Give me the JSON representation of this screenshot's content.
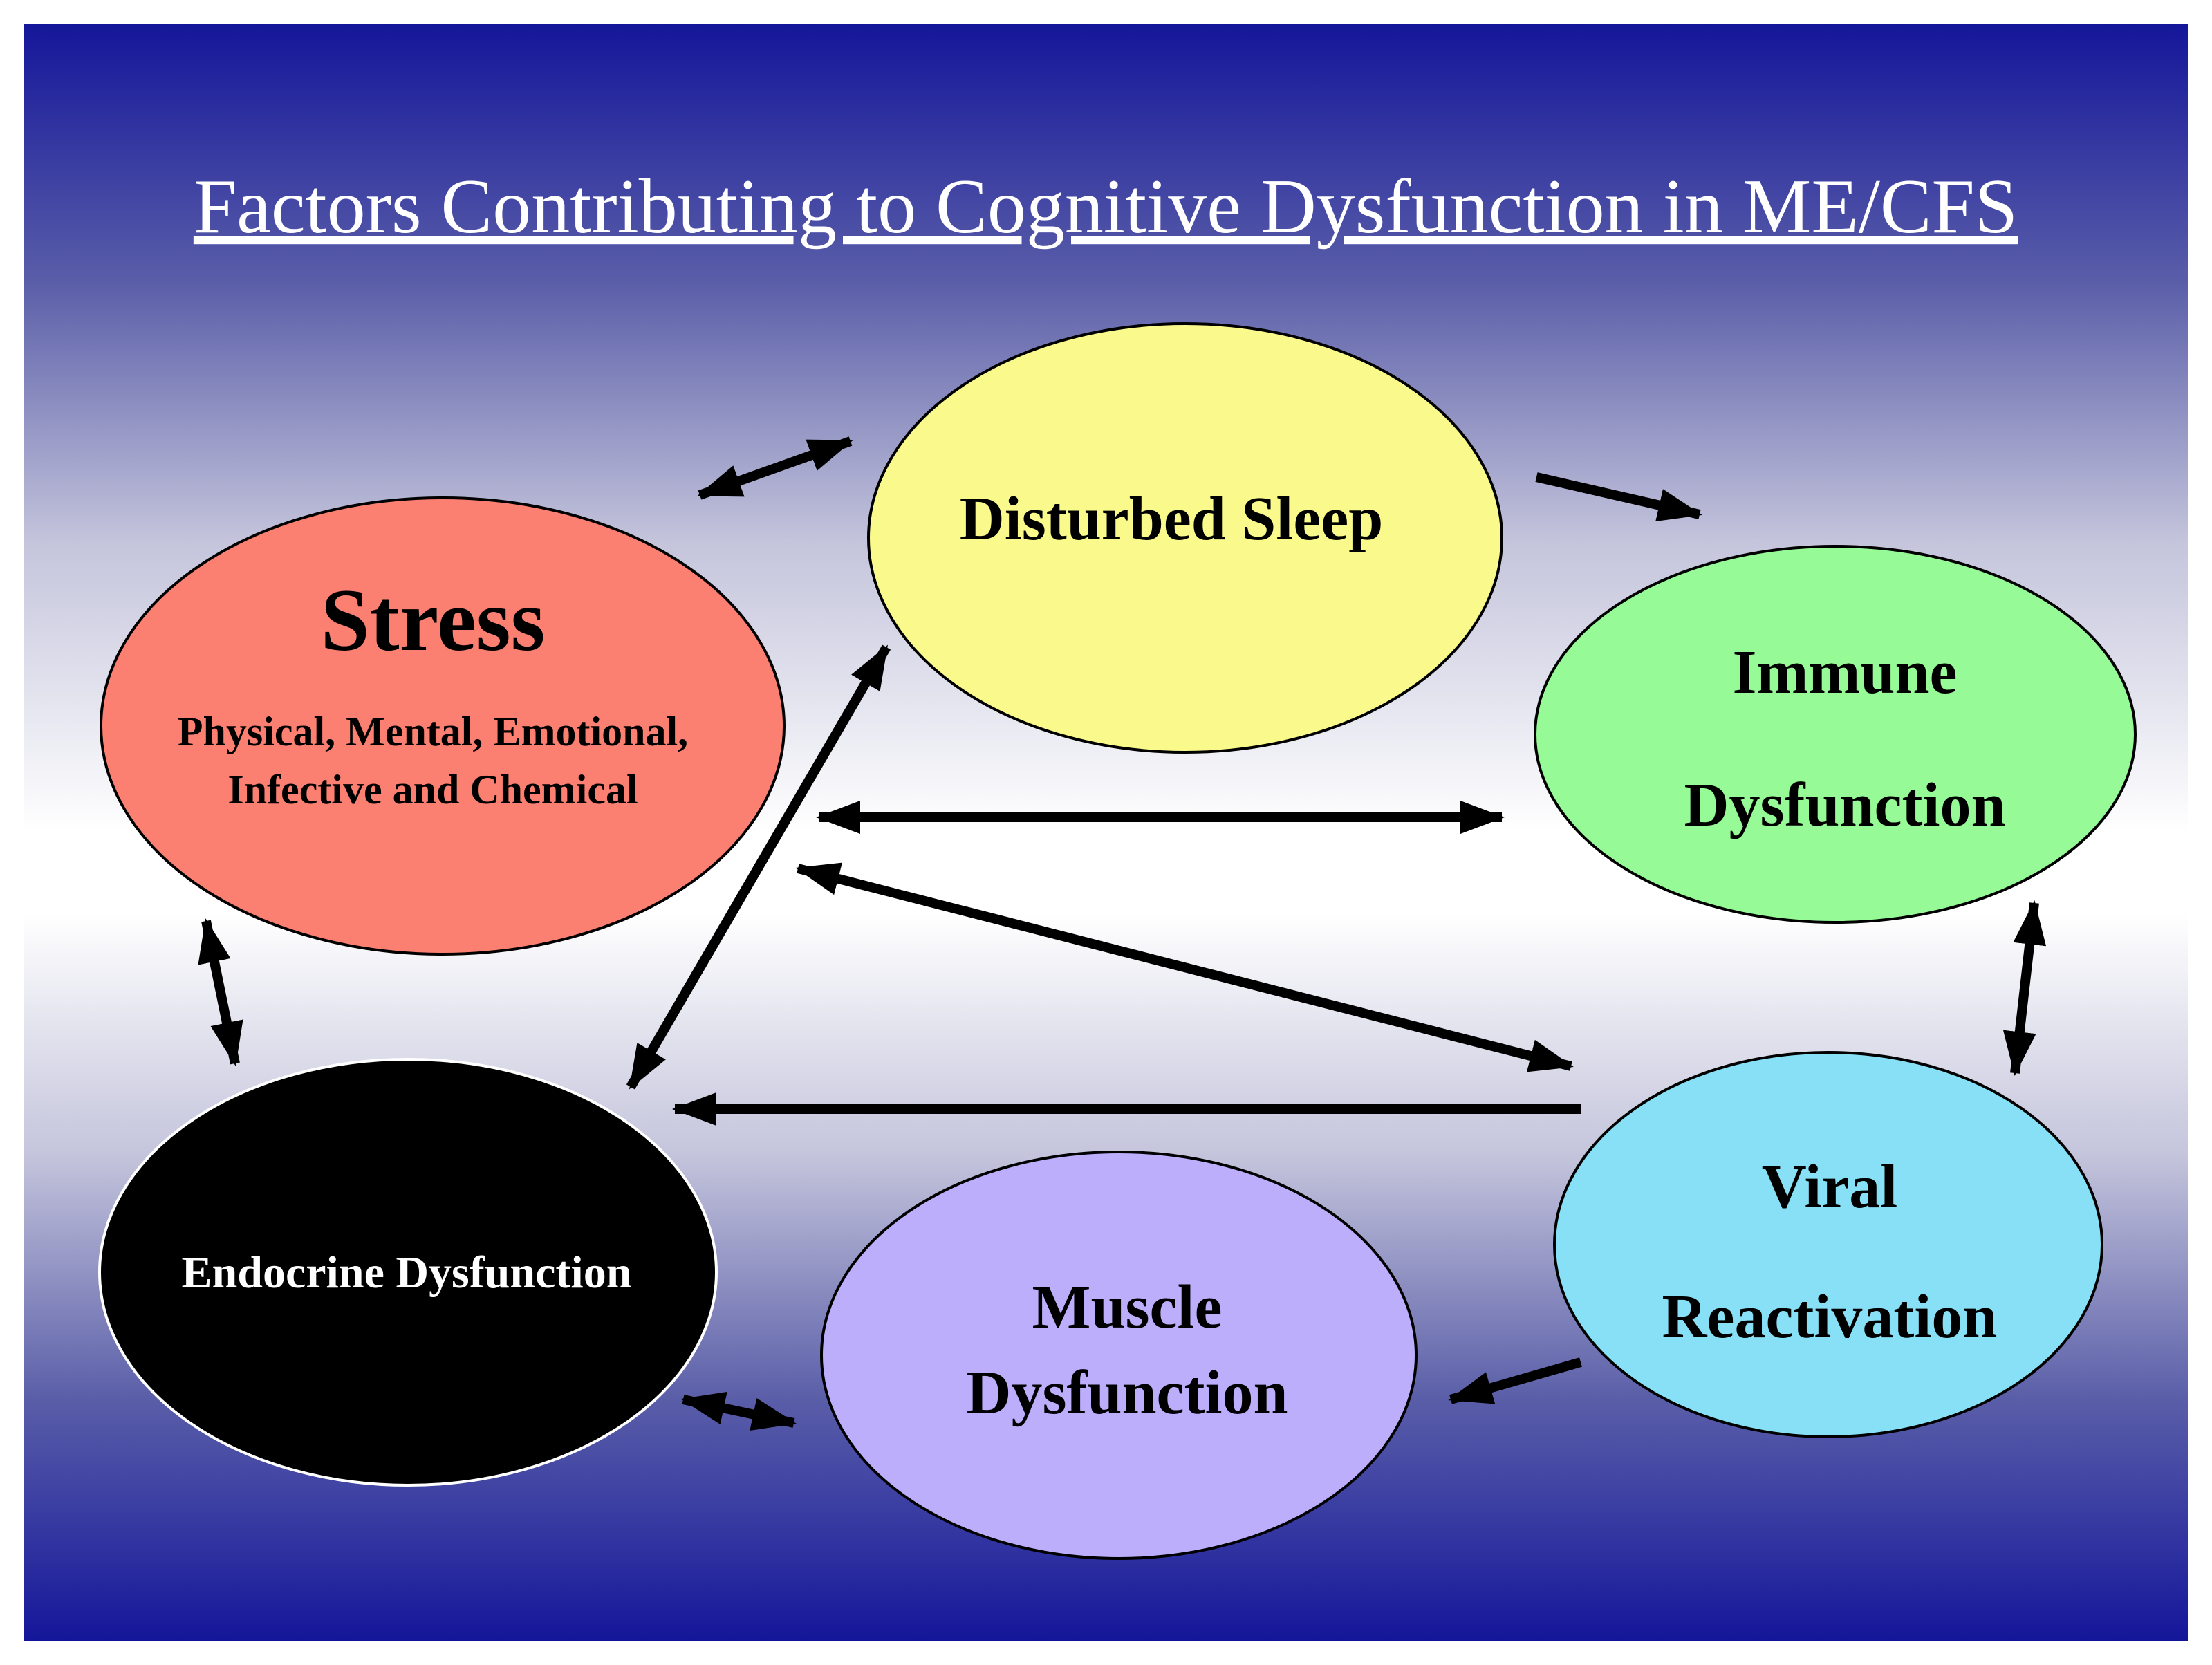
{
  "title": "Factors Contributing to Cognitive Dysfunction in ME/CFS",
  "colors": {
    "background_dark": "#14169a",
    "background_light": "#ffffff",
    "stress": "#fc8072",
    "sleep": "#fafa8c",
    "immune": "#96fa96",
    "endocrine": "#000000",
    "muscle": "#bcaefa",
    "viral": "#88e0f6",
    "arrow": "#000000"
  },
  "nodes": {
    "stress": {
      "title": "Stress",
      "sub_line1": "Physical, Mental, Emotional,",
      "sub_line2": "Infective and Chemical"
    },
    "sleep": {
      "line1": "Disturbed Sleep"
    },
    "immune": {
      "line1": "Immune",
      "line2": "Dysfunction"
    },
    "endocrine": {
      "line1": "Endocrine Dysfunction"
    },
    "muscle": {
      "line1": "Muscle",
      "line2": "Dysfunction"
    },
    "viral": {
      "line1": "Viral",
      "line2": "Reactivation"
    }
  },
  "connections": [
    {
      "from": "stress",
      "to": "sleep",
      "direction": "both"
    },
    {
      "from": "sleep",
      "to": "immune",
      "direction": "forward"
    },
    {
      "from": "stress",
      "to": "immune",
      "direction": "both"
    },
    {
      "from": "stress",
      "to": "viral",
      "direction": "both"
    },
    {
      "from": "sleep",
      "to": "endocrine",
      "direction": "both"
    },
    {
      "from": "stress",
      "to": "endocrine",
      "direction": "both"
    },
    {
      "from": "immune",
      "to": "viral",
      "direction": "both"
    },
    {
      "from": "viral",
      "to": "endocrine",
      "direction": "forward"
    },
    {
      "from": "viral",
      "to": "muscle",
      "direction": "forward"
    },
    {
      "from": "endocrine",
      "to": "muscle",
      "direction": "both"
    }
  ]
}
